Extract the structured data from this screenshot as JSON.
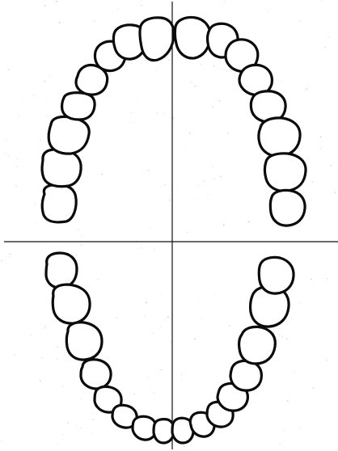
{
  "diagram": {
    "type": "dental-chart",
    "arches": [
      {
        "name": "upper",
        "tooth_count": 16
      },
      {
        "name": "lower",
        "tooth_count": 16
      }
    ],
    "midlines": [
      "vertical",
      "horizontal"
    ],
    "colors": {
      "background": "#ffffff",
      "outline": "#0b0b0b",
      "axis": "#111111"
    }
  }
}
